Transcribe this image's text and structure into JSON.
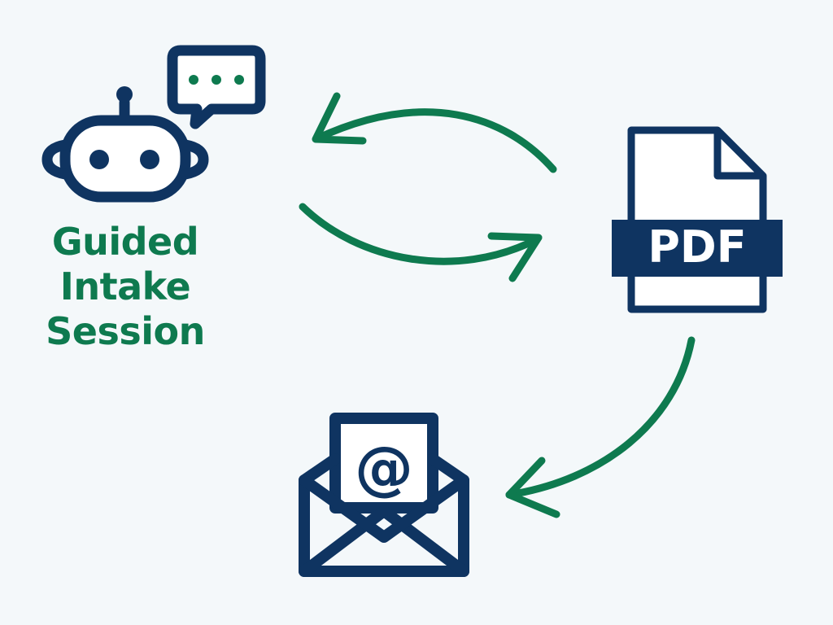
{
  "nodes": {
    "chatbot": {
      "label_lines": [
        "Guided",
        "Intake",
        "Session"
      ],
      "icon": "robot-chat-icon"
    },
    "pdf": {
      "badge_text": "PDF",
      "icon": "pdf-document-icon"
    },
    "email": {
      "symbol": "@",
      "icon": "envelope-email-icon"
    }
  },
  "colors": {
    "background": "#f4f8fa",
    "icon_navy": "#0f3461",
    "accent_green": "#0e7a4f",
    "icon_fill": "#ffffff"
  }
}
